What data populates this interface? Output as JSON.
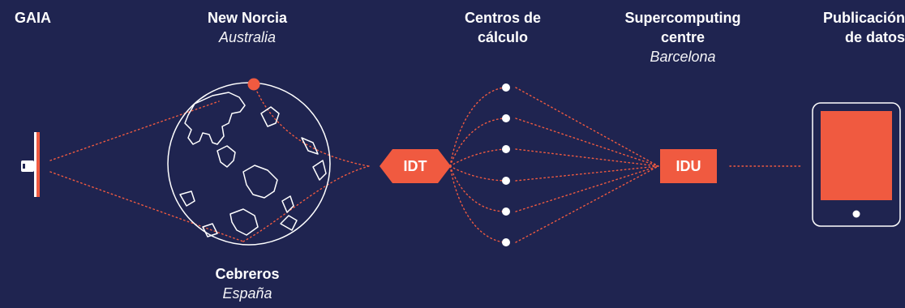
{
  "colors": {
    "background": "#1f2450",
    "accent": "#f05a40",
    "line": "#ffffff",
    "dotted": "#f05a40"
  },
  "labels": {
    "gaia": "GAIA",
    "new_norcia": {
      "title": "New Norcia",
      "subtitle": "Australia"
    },
    "cebreros": {
      "title": "Cebreros",
      "subtitle": "España"
    },
    "centros": {
      "line1": "Centros de",
      "line2": "cálculo"
    },
    "supercomputing": {
      "line1": "Supercomputing",
      "line2": "centre",
      "subtitle": "Barcelona"
    },
    "publicacion": {
      "line1": "Publicación",
      "line2": "de datos"
    }
  },
  "nodes": {
    "idt": "IDT",
    "idu": "IDU"
  },
  "icons": {
    "satellite": "satellite-icon",
    "globe": "globe-icon",
    "tablet": "tablet-icon"
  }
}
